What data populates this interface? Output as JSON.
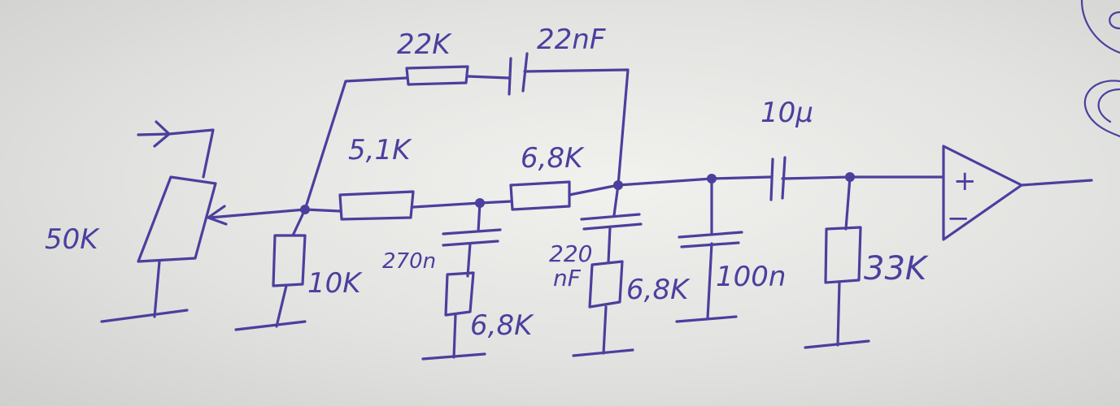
{
  "ink_color": "#4b3f9e",
  "components": {
    "pot": {
      "label": "50K"
    },
    "r_shunt_in": {
      "label": "10K"
    },
    "r_series_1": {
      "label": "5,1K"
    },
    "r_series_2": {
      "label": "6,8K"
    },
    "r_feedback": {
      "label": "22K"
    },
    "c_feedback": {
      "label": "22nF"
    },
    "c_shunt_1": {
      "label": "270n"
    },
    "r_shunt_1": {
      "label": "6,8K"
    },
    "c_shunt_2": {
      "label_line1": "220",
      "label_line2": "nF"
    },
    "r_shunt_2": {
      "label": "6,8K"
    },
    "c_shunt_3": {
      "label": "100n"
    },
    "c_coupling": {
      "label": "10μ"
    },
    "r_bias": {
      "label": "33K"
    },
    "opamp": {
      "plus": "+",
      "minus": "−"
    }
  }
}
